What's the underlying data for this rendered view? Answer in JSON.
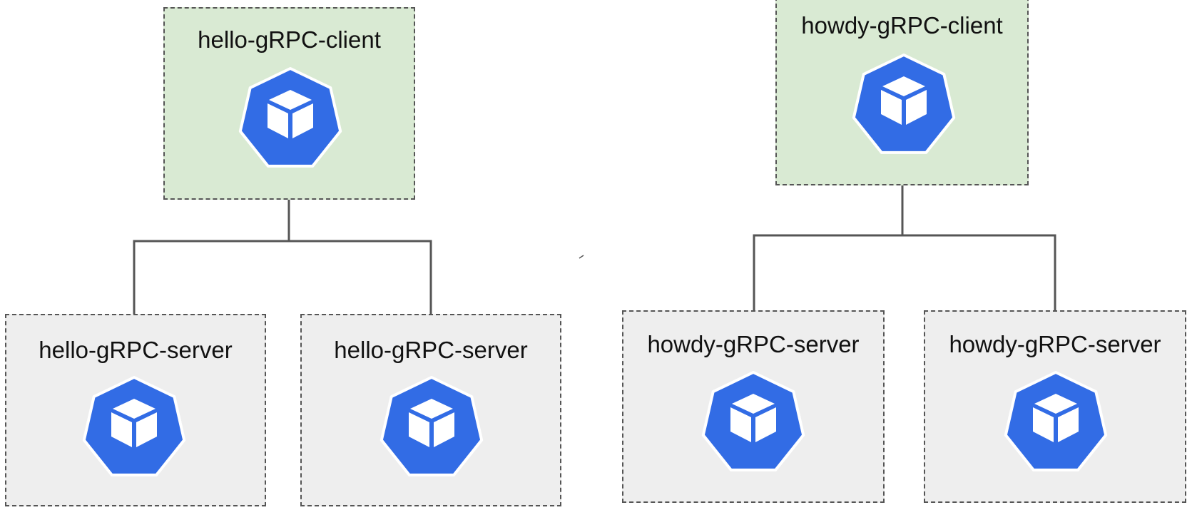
{
  "clusters": {
    "hello": {
      "client_label": "hello-gRPC-client",
      "servers": [
        {
          "label": "hello-gRPC-server"
        },
        {
          "label": "hello-gRPC-server"
        }
      ]
    },
    "howdy": {
      "client_label": "howdy-gRPC-client",
      "servers": [
        {
          "label": "howdy-gRPC-server"
        },
        {
          "label": "howdy-gRPC-server"
        }
      ]
    }
  },
  "icons": {
    "pod": "kubernetes-pod-icon"
  },
  "colors": {
    "client_box": "#d9ead3",
    "server_box": "#eeeeee",
    "pod_blue": "#326ce5",
    "connector": "#555555"
  }
}
